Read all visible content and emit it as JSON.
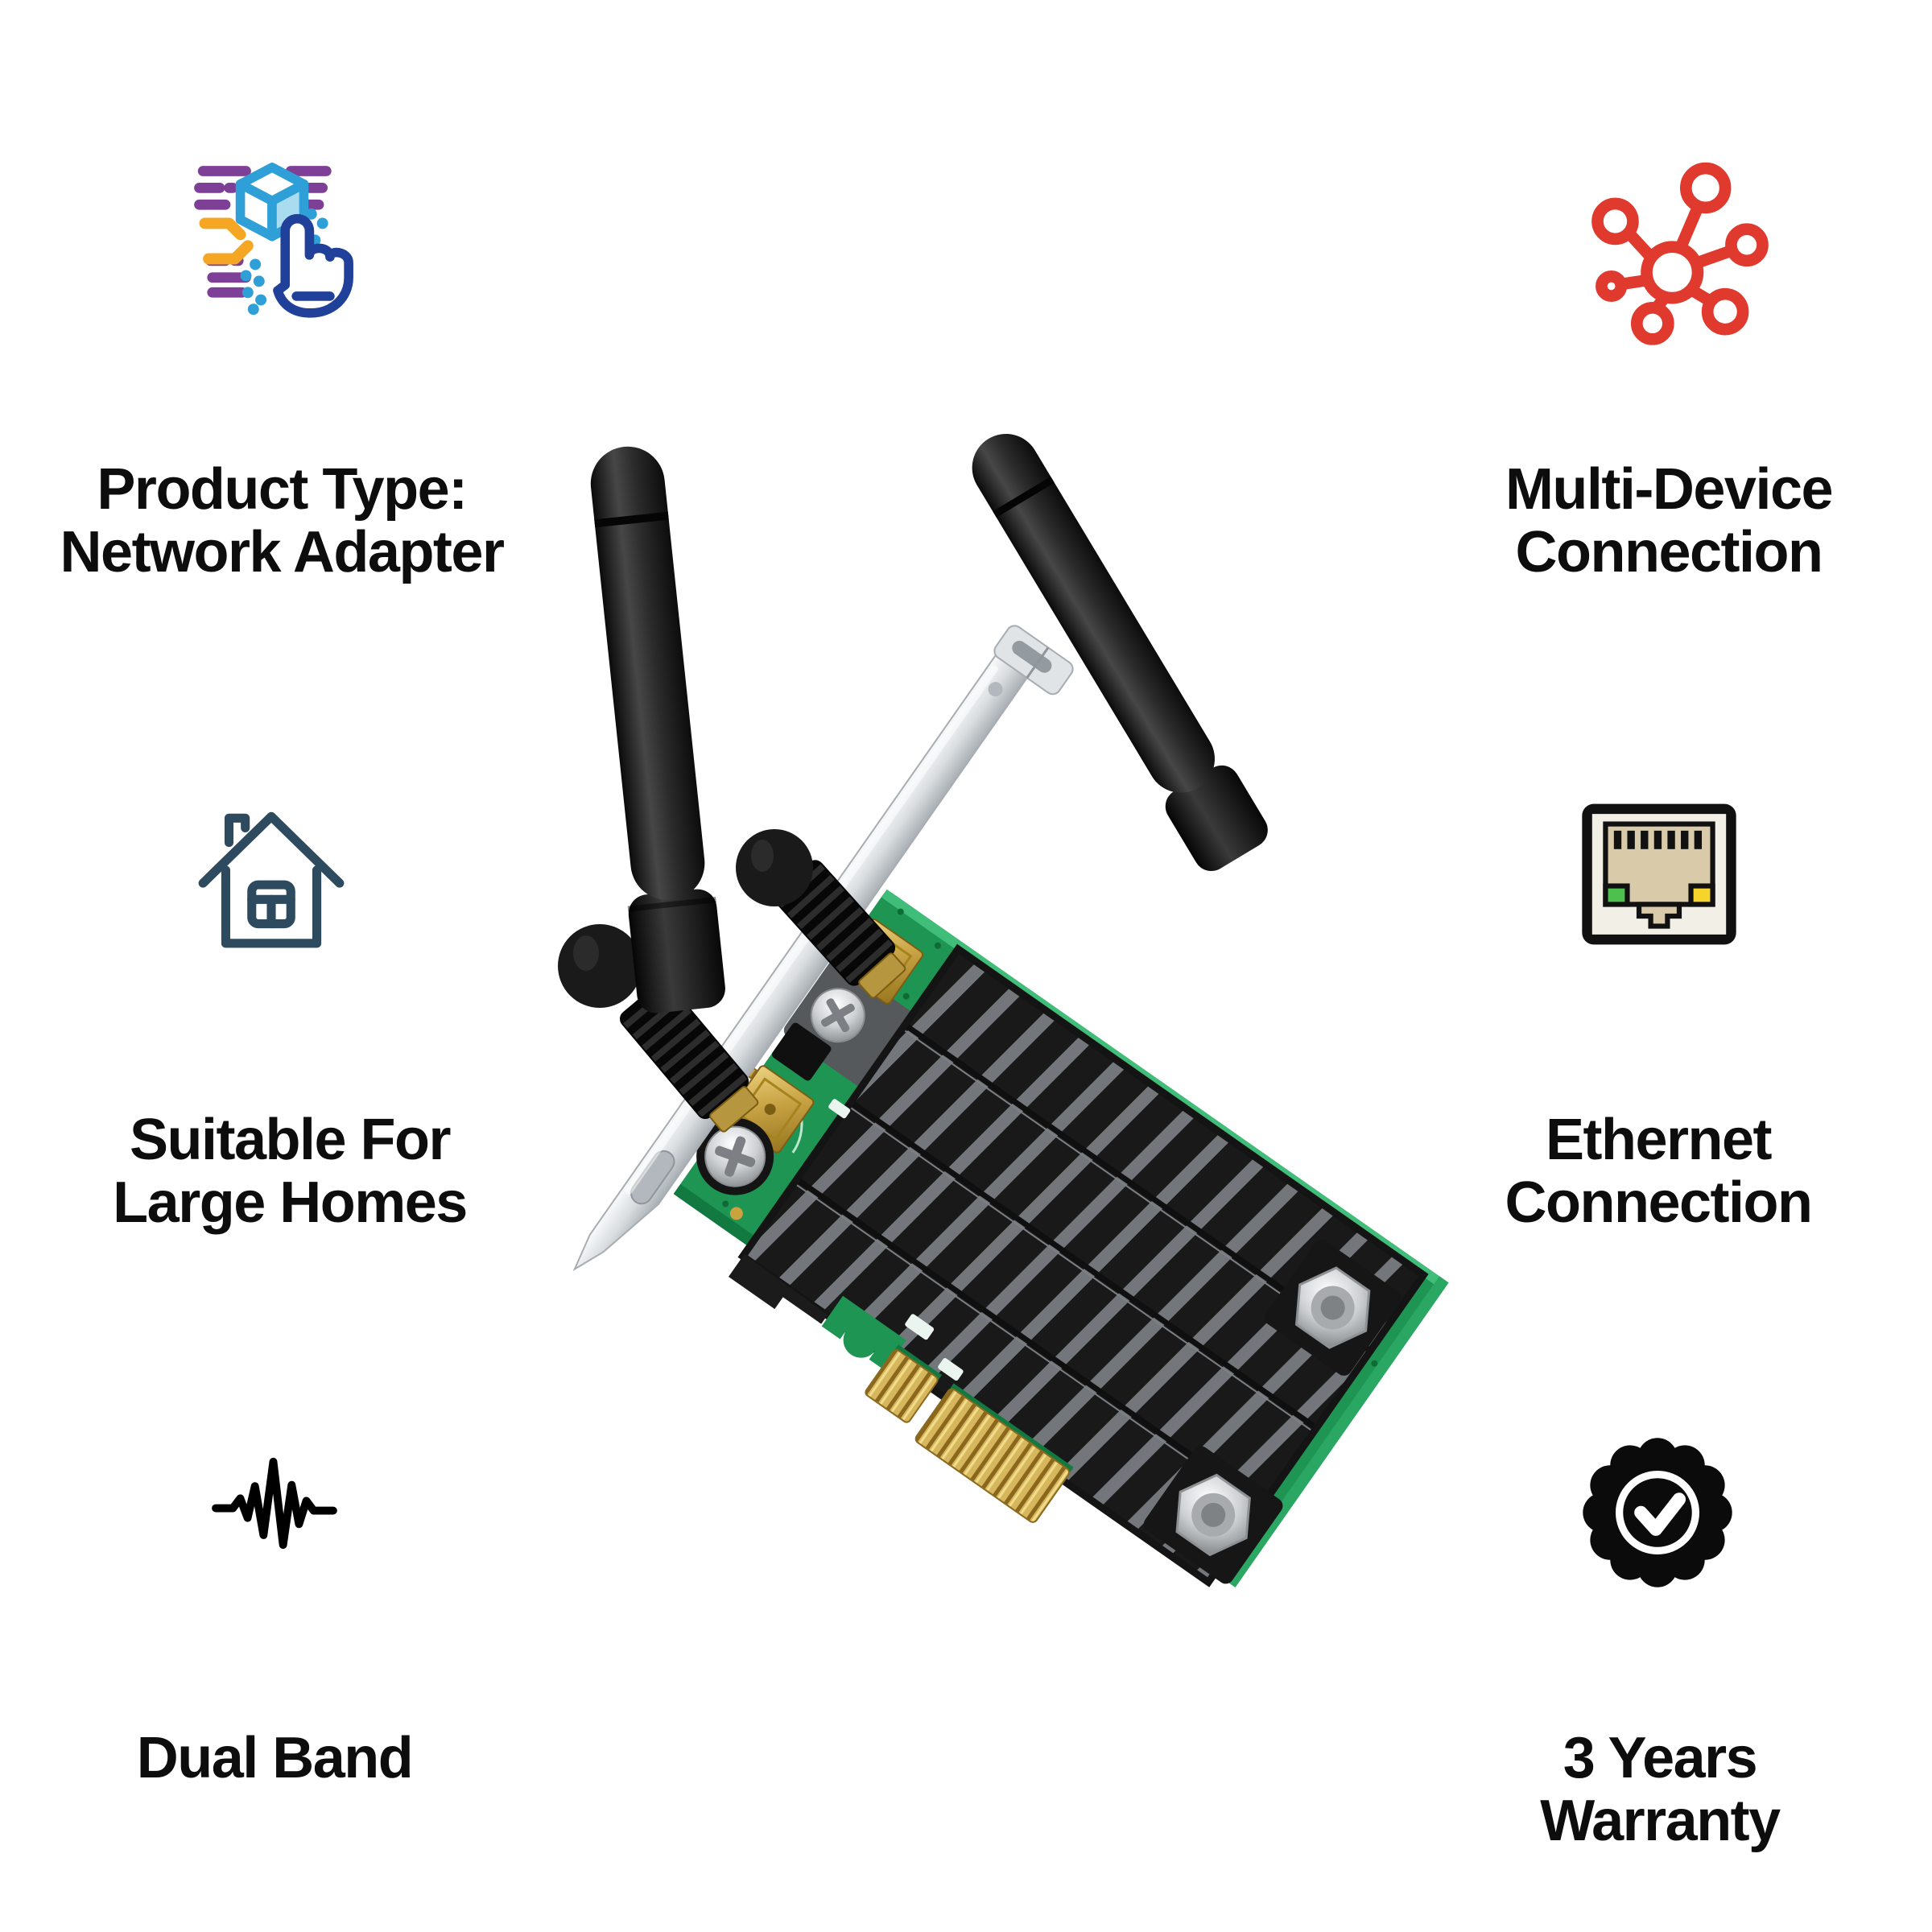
{
  "page": {
    "background_color": "#ffffff",
    "description": "E-commerce product feature infographic"
  },
  "product": {
    "name": "Dual band PCIe wireless network adapter with two external antennas, heatsink and low-profile bracket",
    "colors": {
      "pcb_green": "#1e9553",
      "heatsink_black": "#1a1a1a",
      "gold_contacts": "#c9a54a",
      "bracket_silver": "#d9dde0",
      "antenna_black": "#1c1c1c"
    }
  },
  "features": [
    {
      "id": "product-type",
      "icon": "product-select-icon",
      "position": "top-left",
      "label": "Product Type:\nNetwork Adapter",
      "icon_colors": {
        "purple": "#7e3f97",
        "orange": "#f5a623",
        "blue": "#2f9fd8",
        "hand_blue": "#20409a"
      }
    },
    {
      "id": "multi-device",
      "icon": "network-hub-icon",
      "position": "top-right",
      "label": "Multi-Device\nConnection",
      "icon_colors": {
        "red": "#e0392e"
      }
    },
    {
      "id": "large-homes",
      "icon": "house-icon",
      "position": "middle-left",
      "label": "Suitable For\nLarge Homes",
      "icon_colors": {
        "navy": "#2d4a5e"
      }
    },
    {
      "id": "ethernet",
      "icon": "ethernet-port-icon",
      "position": "middle-right",
      "label": "Ethernet\nConnection",
      "icon_colors": {
        "black": "#111111",
        "tan": "#d9cba9",
        "green_led": "#4ec04d",
        "yellow_led": "#f6d42c"
      }
    },
    {
      "id": "dual-band",
      "icon": "waveform-icon",
      "position": "bottom-left",
      "label": "Dual Band",
      "icon_colors": {
        "black": "#000000"
      }
    },
    {
      "id": "warranty",
      "icon": "warranty-badge-icon",
      "position": "bottom-right",
      "label": "3 Years\nWarranty",
      "icon_colors": {
        "black": "#0b0b0b"
      }
    }
  ]
}
